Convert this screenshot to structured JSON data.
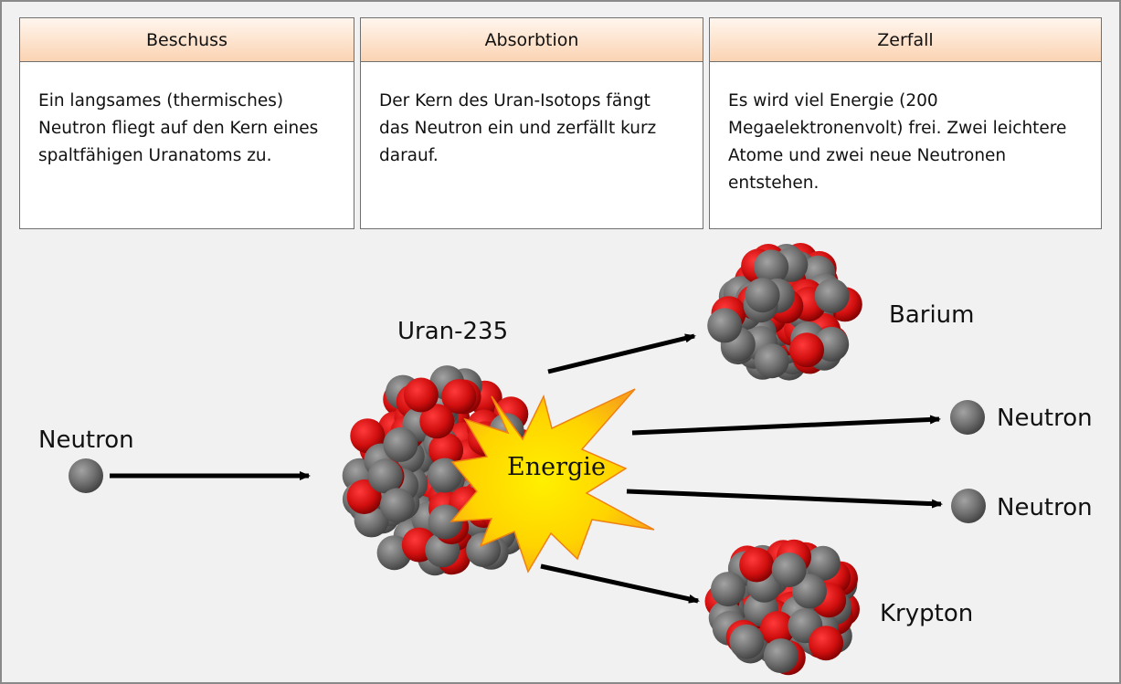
{
  "steps": [
    {
      "title": "Beschuss",
      "text": "Ein langsames (thermisches) Neutron fliegt auf den Kern eines spaltfähigen Uranatoms zu."
    },
    {
      "title": "Absorbtion",
      "text": "Der Kern des Uran-Isotops fängt das Neutron ein und zerfällt kurz darauf."
    },
    {
      "title": "Zerfall",
      "text": "Es wird viel Energie (200 Megaelektronenvolt) frei. Zwei leichtere Atome und zwei neue Neutronen entstehen."
    }
  ],
  "labels": {
    "neutron_in": "Neutron",
    "uranium": "Uran-235",
    "energy": "Energie",
    "barium": "Barium",
    "krypton": "Krypton",
    "neutron_out_1": "Neutron",
    "neutron_out_2": "Neutron"
  },
  "colors": {
    "nucleon_neutron": "#6e6e6e",
    "nucleon_proton": "#d60f0f",
    "header_fill": "#fbd3b2",
    "burst_fill": "#ffe400",
    "burst_edge": "#f08010",
    "arrow": "#000000"
  }
}
